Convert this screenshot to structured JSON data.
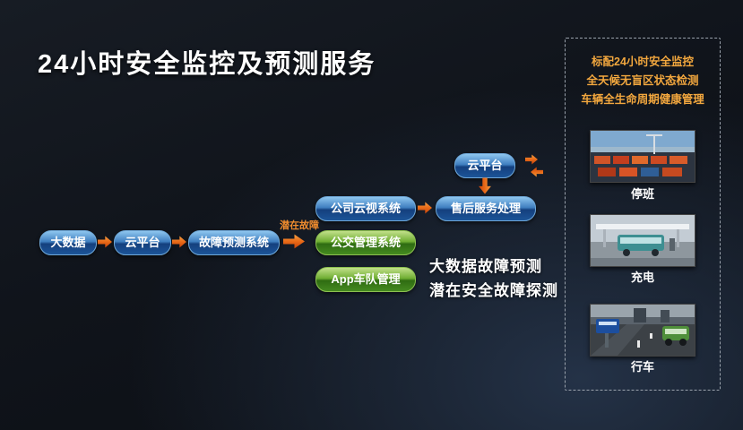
{
  "title": "24小时安全监控及预测服务",
  "flow": {
    "node_bigdata": "大数据",
    "node_cloud1": "云平台",
    "node_fault_predict": "故障预测系统",
    "note_potential_fault": "潜在故障",
    "node_company_cloud": "公司云视系统",
    "node_bus_mgmt": "公交管理系统",
    "node_app_fleet": "App车队管理",
    "node_aftersale": "售后服务处理",
    "node_cloud2": "云平台",
    "caption_line1": "大数据故障预测",
    "caption_line2": "潜在安全故障探测"
  },
  "panel": {
    "line1": "标配24小时安全监控",
    "line2": "全天候无盲区状态检测",
    "line3": "车辆全生命周期健康管理",
    "photos": [
      {
        "label": "停班"
      },
      {
        "label": "充电"
      },
      {
        "label": "行车"
      }
    ]
  },
  "colors": {
    "accent_orange": "#e86a18",
    "pill_blue": "#2a6cb0",
    "pill_green": "#5a9e28",
    "panel_text_orange": "#f2a73e",
    "background": "#10141b"
  }
}
